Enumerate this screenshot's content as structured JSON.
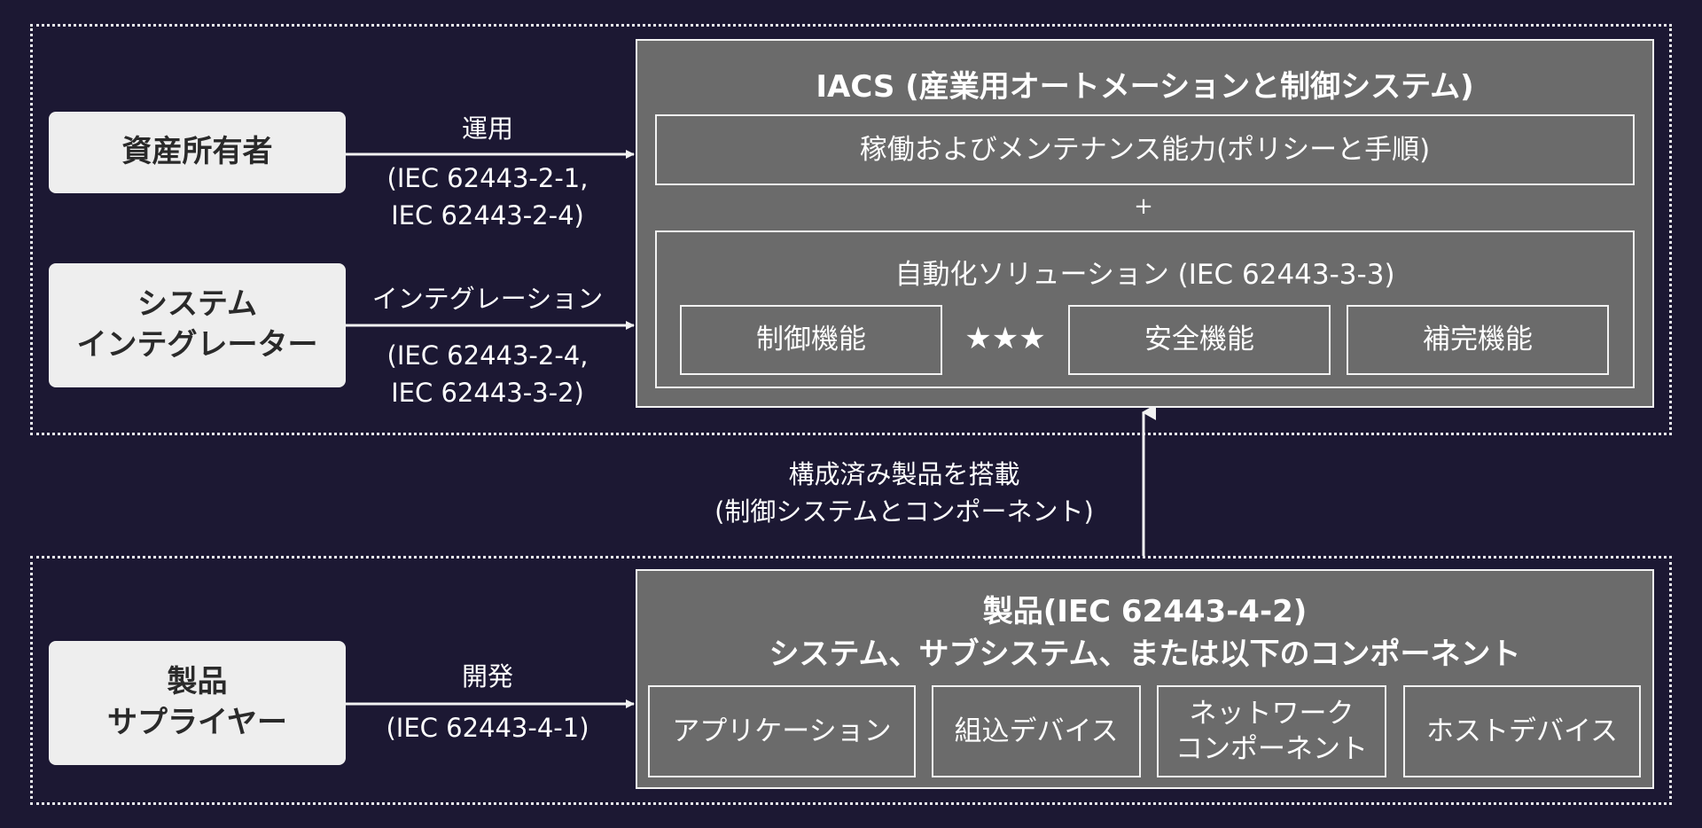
{
  "actors": {
    "asset_owner": "資産所有者",
    "system_integrator": "システム\nインテグレーター",
    "product_supplier": "製品\nサプライヤー"
  },
  "arrows": {
    "operate": {
      "label": "運用",
      "standard": "(IEC 62443-2-1,\nIEC 62443-2-4)"
    },
    "integrate": {
      "label": "インテグレーション",
      "standard": "(IEC 62443-2-4,\nIEC 62443-3-2)"
    },
    "develop": {
      "label": "開発",
      "standard": "(IEC 62443-4-1)"
    },
    "deploy": {
      "label": "構成済み製品を搭載\n(制御システムとコンポーネント)"
    }
  },
  "iacs": {
    "title": "IACS (産業用オートメーションと制御システム)",
    "ops_capability": "稼働およびメンテナンス能力(ポリシーと手順)",
    "plus": "+",
    "automation_title": "自動化ソリューション (IEC 62443-3-3)",
    "functions": {
      "control": "制御機能",
      "stars": "★★★",
      "safety": "安全機能",
      "supplementary": "補完機能"
    }
  },
  "product": {
    "title_line1": "製品(IEC 62443-4-2)",
    "title_line2": "システム、サブシステム、または以下のコンポーネント",
    "components": {
      "application": "アプリケーション",
      "embedded": "組込デバイス",
      "network": "ネットワーク\nコンポーネント",
      "host": "ホストデバイス"
    }
  },
  "colors": {
    "background": "#1c1833",
    "box_grey": "#6b6b6b",
    "actor_fill": "#eeeeee",
    "line": "#f2f2f2"
  }
}
